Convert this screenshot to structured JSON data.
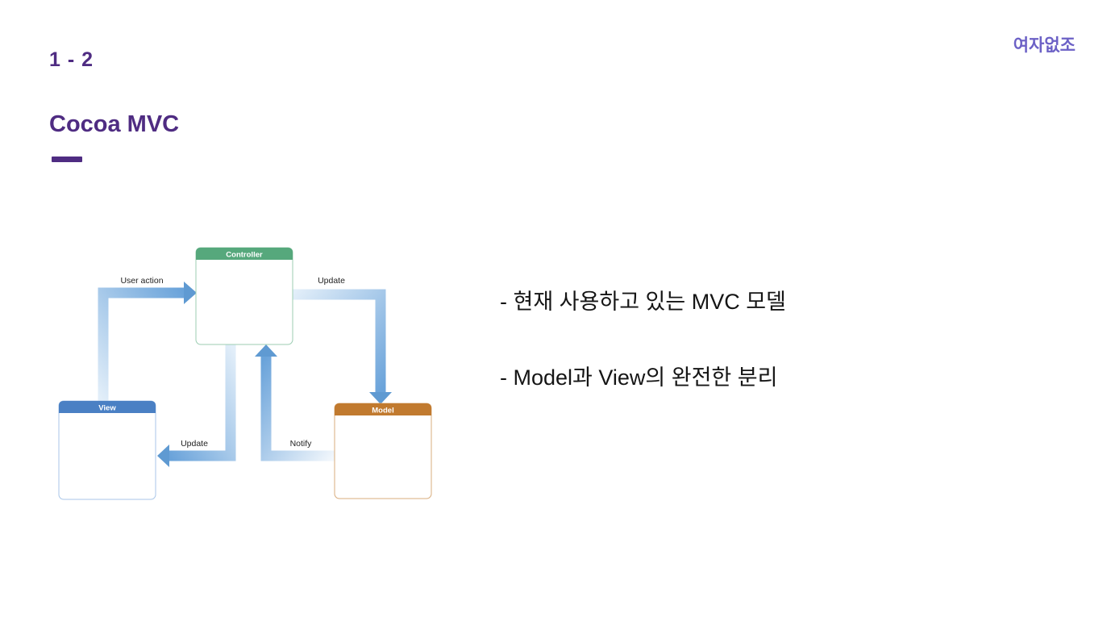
{
  "header": {
    "slide_number": "1 - 2",
    "title": "Cocoa MVC",
    "logo": "여자없조"
  },
  "colors": {
    "heading_purple": "#4f2c82",
    "logo_purple": "#6c61c6",
    "arrow_light": "#dcebf8",
    "arrow_dark": "#5f9ad2",
    "controller_green": "#56a87c",
    "view_blue": "#4a80c4",
    "model_orange": "#c17a2f"
  },
  "diagram": {
    "nodes": {
      "controller": {
        "label": "Controller",
        "header_color": "#56a87c",
        "border_color": "#9ccdb2"
      },
      "view": {
        "label": "View",
        "header_color": "#4a80c4",
        "border_color": "#a9c6e8"
      },
      "model": {
        "label": "Model",
        "header_color": "#c17a2f",
        "border_color": "#d8ac7c"
      }
    },
    "edges": {
      "user_action": {
        "label": "User action",
        "from": "View",
        "to": "Controller"
      },
      "update_model": {
        "label": "Update",
        "from": "Controller",
        "to": "Model"
      },
      "update_view": {
        "label": "Update",
        "from": "Controller",
        "to": "View"
      },
      "notify": {
        "label": "Notify",
        "from": "Model",
        "to": "Controller"
      }
    }
  },
  "bullets": {
    "items": [
      "- 현재 사용하고 있는 MVC 모델",
      "- Model과 View의 완전한 분리"
    ]
  }
}
